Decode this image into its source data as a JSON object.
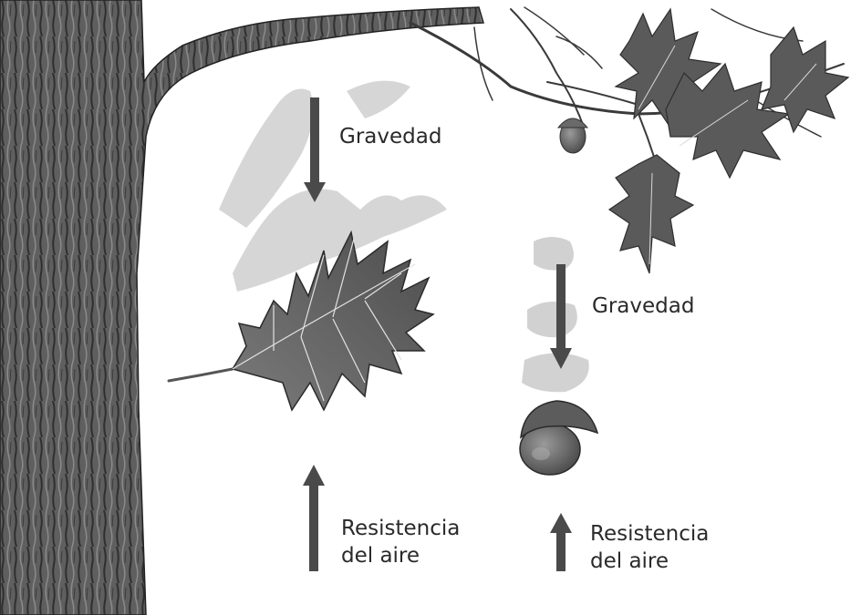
{
  "labels": {
    "gravity_leaf": "Gravedad",
    "gravity_acorn": "Gravedad",
    "air_resistance_leaf": [
      "Resistencia",
      "del aire"
    ],
    "air_resistance_acorn": [
      "Resistencia",
      "del aire"
    ]
  },
  "colors": {
    "arrow": "#4a4a4a",
    "trunk": "#5a5a5a",
    "leaf": "#6e6e6e",
    "motion_blur": "#c9c9c9"
  }
}
